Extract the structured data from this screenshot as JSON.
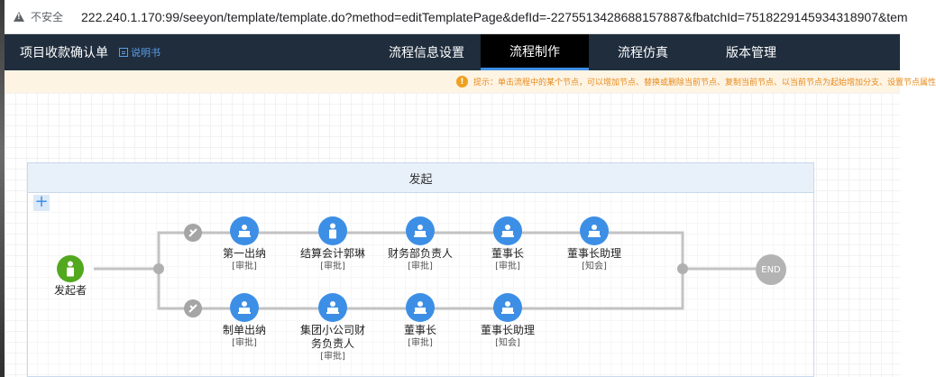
{
  "browser": {
    "security_label": "不安全",
    "url": "222.240.1.170:99/seeyon/template/template.do?method=editTemplatePage&defId=-2275513428688157887&fbatchId=7518229145934318907&tem"
  },
  "header": {
    "title": "项目收款确认单",
    "help_label": "说明书",
    "tabs": [
      "流程信息设置",
      "流程制作",
      "流程仿真",
      "版本管理"
    ],
    "active_tab": "流程制作"
  },
  "tip": {
    "text": "提示：单击流程中的某个节点，可以增加节点、替换或删除当前节点、复制当前节点、以当前节点为起始增加分支、设置节点属性"
  },
  "flow": {
    "header_label": "发起",
    "start": {
      "name": "发起者"
    },
    "end": {
      "label": "END"
    },
    "branch1": [
      {
        "name": "第一出纳",
        "type": "[审批]"
      },
      {
        "name": "结算会计郭琳",
        "type": "[审批]"
      },
      {
        "name": "财务部负责人",
        "type": "[审批]"
      },
      {
        "name": "董事长",
        "type": "[审批]"
      },
      {
        "name": "董事长助理",
        "type": "[知会]"
      }
    ],
    "branch2": [
      {
        "name": "制单出纳",
        "type": "[审批]"
      },
      {
        "name": "集团小公司财务负责人",
        "type": "[审批]"
      },
      {
        "name": "董事长",
        "type": "[审批]"
      },
      {
        "name": "董事长助理",
        "type": "[知会]"
      }
    ]
  },
  "colors": {
    "header_bg": "#1f2d3d",
    "accent": "#3d8fe6",
    "start": "#52a81e",
    "tip_text": "#e8891a"
  }
}
